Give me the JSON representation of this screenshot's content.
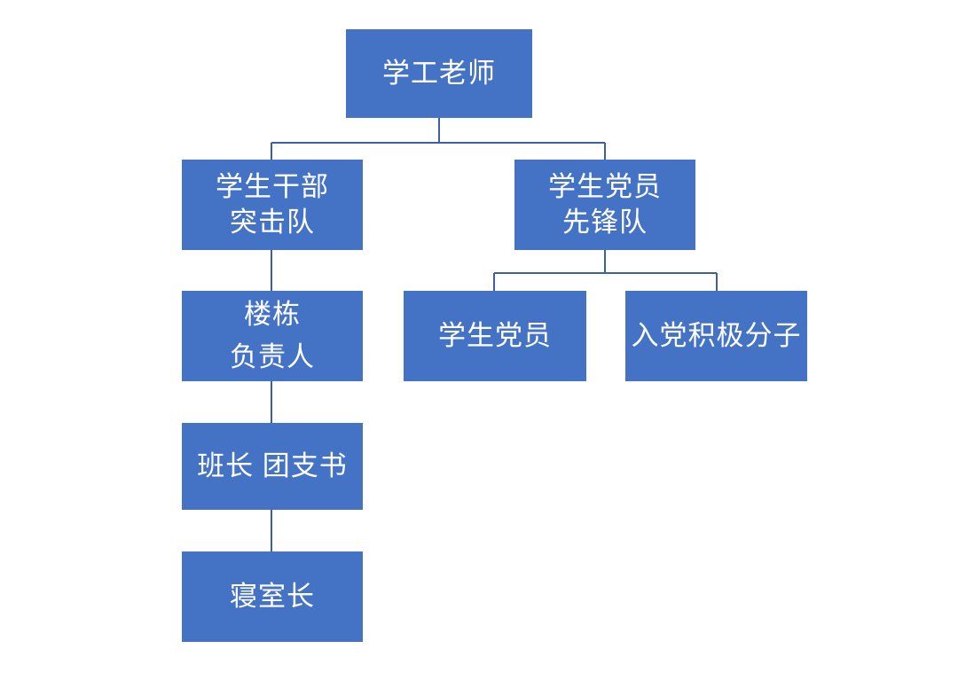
{
  "diagram": {
    "type": "organization-chart",
    "title_text": "",
    "colors": {
      "box_fill": "#4472C4",
      "box_text": "#FFFFFF",
      "connector": "#3A5EA8",
      "background": "#FFFFFF"
    },
    "nodes": {
      "root": {
        "id": "xuegong-laoshi",
        "lines": [
          "学工老师"
        ],
        "label": "学工老师"
      },
      "level2_left": {
        "id": "xuesheng-ganbu-tujidui",
        "lines": [
          "学生干部",
          "突击队"
        ],
        "label": "学生干部突击队"
      },
      "level2_right": {
        "id": "xuesheng-dangyuan-xianfengdui",
        "lines": [
          "学生党员",
          "先锋队"
        ],
        "label": "学生党员先锋队"
      },
      "level3_left": {
        "id": "loudong-fuzeren",
        "lines": [
          "楼栋",
          "负责人"
        ],
        "label": "楼栋负责人"
      },
      "level3_right_a": {
        "id": "xuesheng-dangyuan",
        "lines": [
          "学生党员"
        ],
        "label": "学生党员"
      },
      "level3_right_b": {
        "id": "rudang-jijifenzi",
        "lines": [
          "入党积极分子"
        ],
        "label": "入党积极分子"
      },
      "level4_left": {
        "id": "banzhang-tuanzhishu",
        "lines": [
          "班长 团支书"
        ],
        "label": "班长 团支书"
      },
      "level5_left": {
        "id": "qinshizhang",
        "lines": [
          "寝室长"
        ],
        "label": "寝室长"
      }
    }
  }
}
